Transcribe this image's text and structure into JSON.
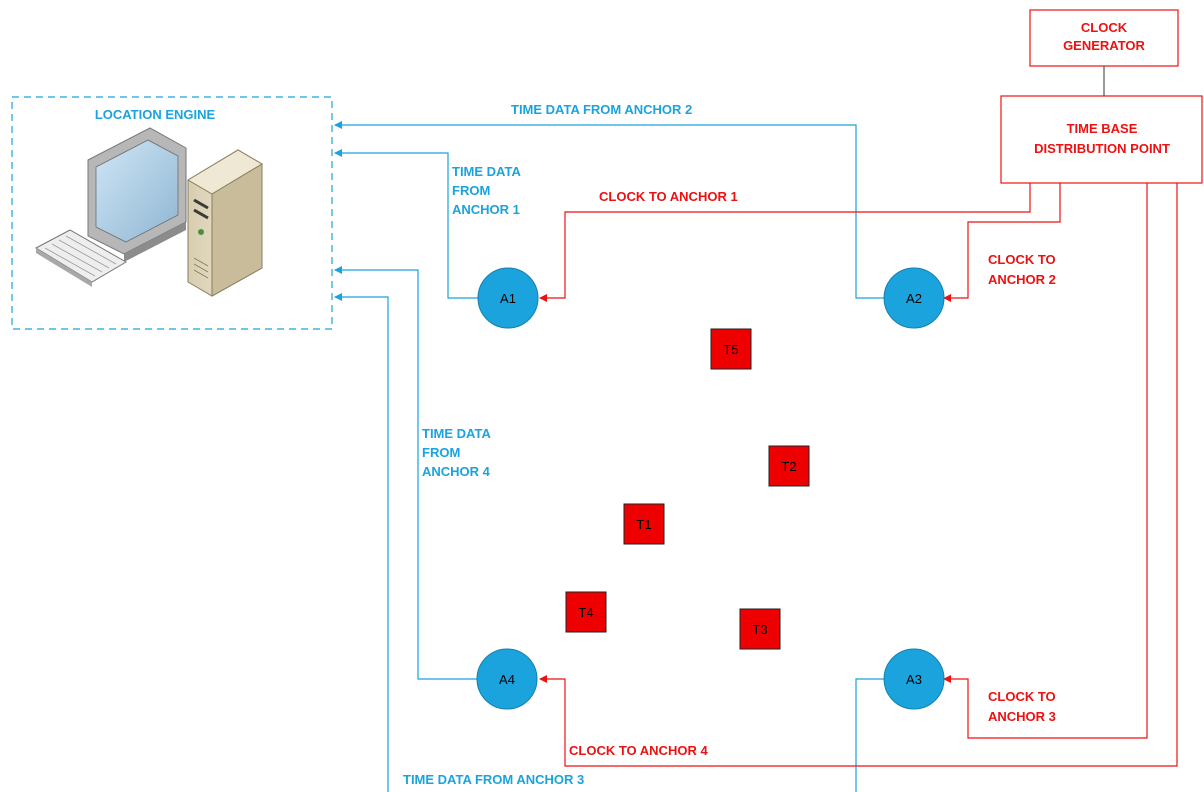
{
  "location_engine": {
    "title": "LOCATION ENGINE",
    "icon": "computer-icon"
  },
  "clock_generator": {
    "line1": "CLOCK",
    "line2": "GENERATOR"
  },
  "distribution_point": {
    "line1": "TIME BASE",
    "line2": "DISTRIBUTION POINT"
  },
  "anchors": {
    "a1": "A1",
    "a2": "A2",
    "a3": "A3",
    "a4": "A4"
  },
  "tags": {
    "t1": "T1",
    "t2": "T2",
    "t3": "T3",
    "t4": "T4",
    "t5": "T5"
  },
  "labels": {
    "time_a2": "TIME DATA FROM ANCHOR 2",
    "time_a1": [
      "TIME DATA",
      "FROM",
      "ANCHOR 1"
    ],
    "time_a4": [
      "TIME DATA",
      "FROM",
      "ANCHOR 4"
    ],
    "time_a3": "TIME DATA FROM ANCHOR 3",
    "clock_a1": "CLOCK TO ANCHOR 1",
    "clock_a2": [
      "CLOCK TO",
      "ANCHOR 2"
    ],
    "clock_a3": [
      "CLOCK TO",
      "ANCHOR 3"
    ],
    "clock_a4": "CLOCK TO ANCHOR 4"
  },
  "colors": {
    "data_line": "#1aa3dc",
    "clock_line": "#ee1111",
    "anchor_fill": "#1aa3dc",
    "tag_fill": "#ee0000"
  }
}
